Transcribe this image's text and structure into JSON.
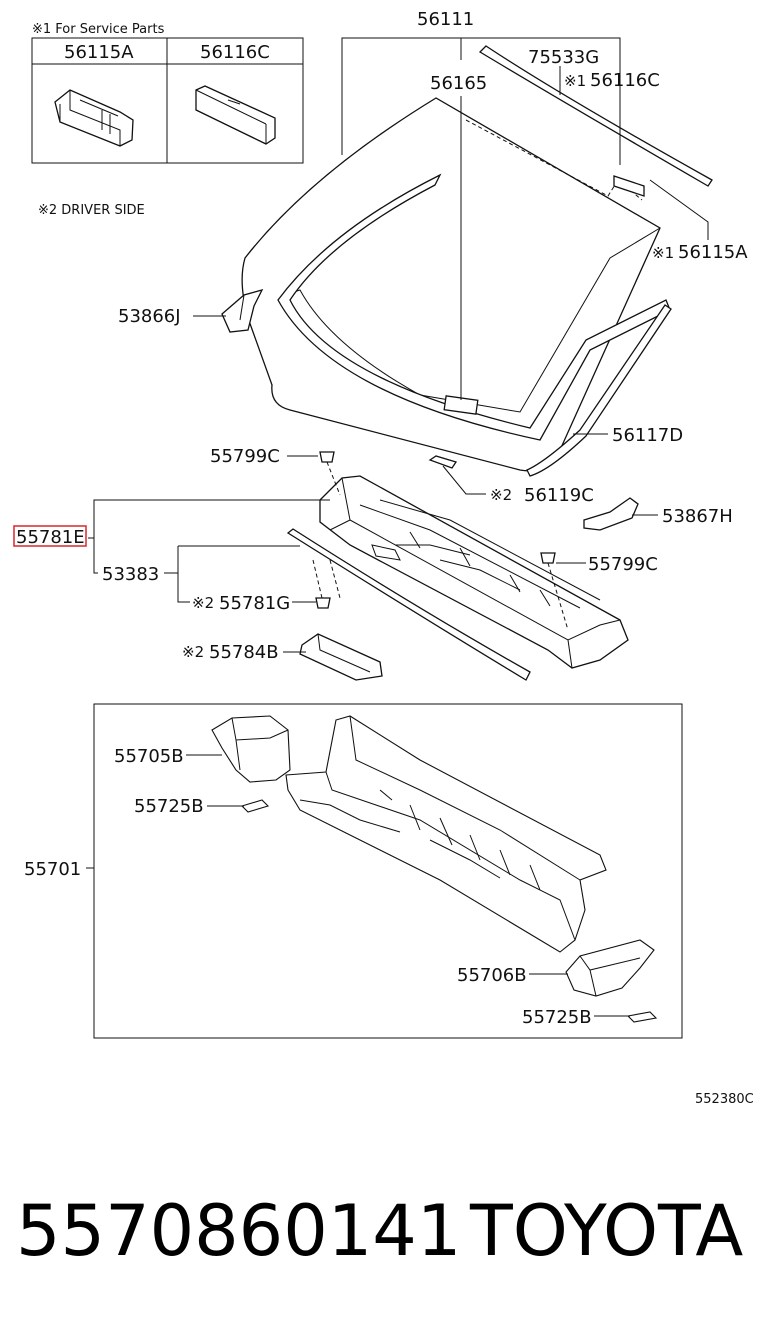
{
  "service_table": {
    "title": "※1 For Service Parts",
    "col1": "56115A",
    "col2": "56116C"
  },
  "driver_side_note": "※2 DRIVER SIDE",
  "markers": {
    "m1": "※1",
    "m2": "※2"
  },
  "labels": {
    "p56111": "56111",
    "p75533G": "75533G",
    "p56116C": "56116C",
    "p56165": "56165",
    "p56115A": "56115A",
    "p53866J": "53866J",
    "p56117D": "56117D",
    "p55799C_a": "55799C",
    "p56119C": "56119C",
    "p53867H": "53867H",
    "p55781E": "55781E",
    "p53383": "53383",
    "p55799C_b": "55799C",
    "p55781G": "55781G",
    "p55784B": "55784B",
    "p55705B": "55705B",
    "p55725B_a": "55725B",
    "p55701": "55701",
    "p55706B": "55706B",
    "p55725B_b": "55725B"
  },
  "drawing_code": "552380C",
  "footer": {
    "part_number": "5570860141",
    "brand": "TOYOTA"
  },
  "highlight_color": "#d9262b"
}
